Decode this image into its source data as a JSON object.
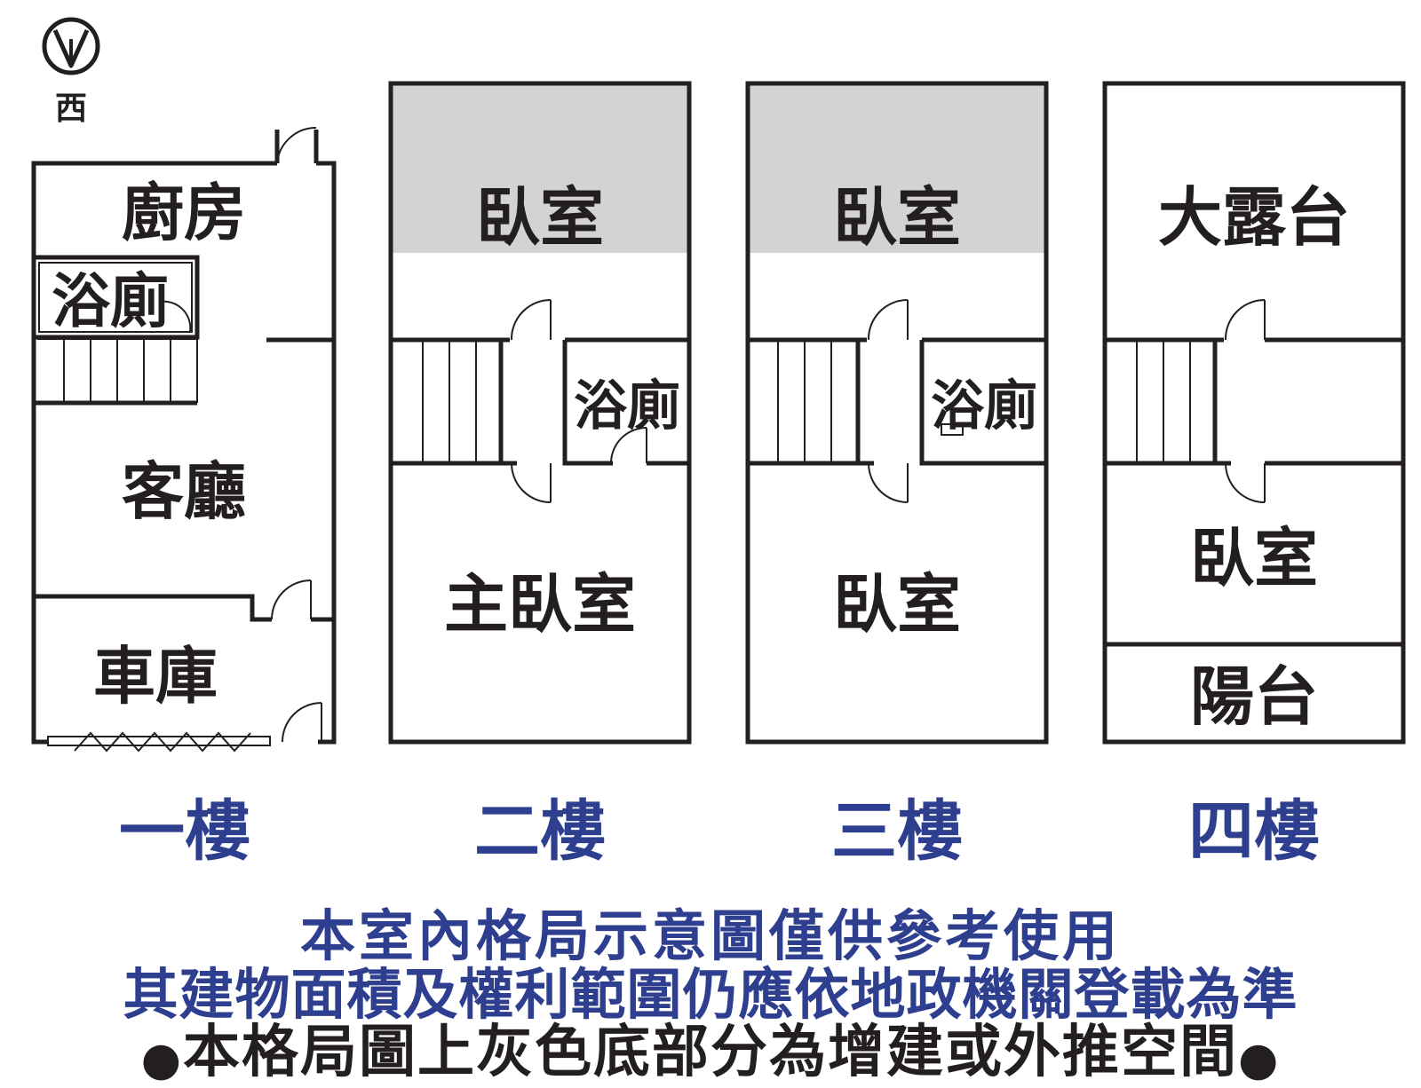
{
  "compass": {
    "label": "西",
    "icon": "compass-west-icon"
  },
  "floors": [
    {
      "title": "一樓",
      "rooms": {
        "kitchen": "廚房",
        "bath": "浴廁",
        "living": "客廳",
        "garage": "車庫"
      }
    },
    {
      "title": "二樓",
      "rooms": {
        "bedroom": "臥室",
        "bath": "浴廁",
        "master": "主臥室"
      }
    },
    {
      "title": "三樓",
      "rooms": {
        "bedroom_top": "臥室",
        "bath": "浴廁",
        "bedroom_bottom": "臥室"
      }
    },
    {
      "title": "四樓",
      "rooms": {
        "terrace": "大露台",
        "bedroom": "臥室",
        "balcony": "陽台"
      }
    }
  ],
  "notes": {
    "line1": "本室內格局示意圖僅供參考使用",
    "line2": "其建物面積及權利範圍仍應依地政機關登載為準",
    "line3": "本格局圖上灰色底部分為增建或外推空間",
    "bullet": "●"
  },
  "colors": {
    "wall": "#231f20",
    "gray_area": "#d3d3d3",
    "title_blue": "#2e3f8f"
  }
}
